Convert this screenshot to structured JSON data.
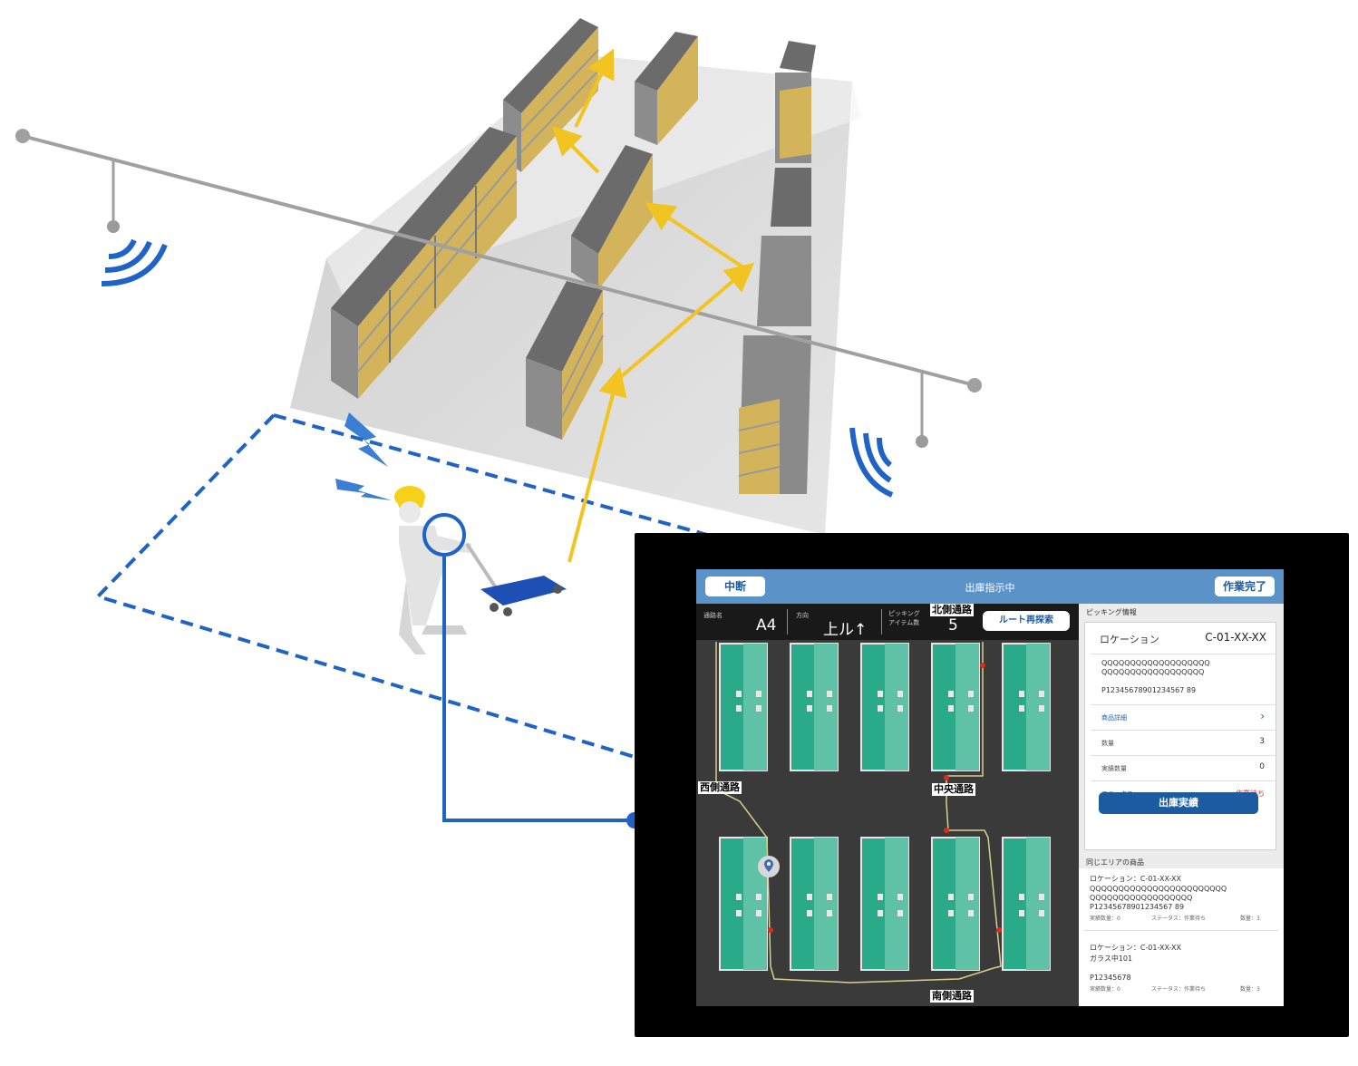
{
  "colors": {
    "route": "#f2c422",
    "network": "#1f63c6",
    "rack_teal": "#29ab8a",
    "topbar": "#5b93c9",
    "status_red": "#e02a1f"
  },
  "tablet": {
    "header": {
      "left_button": "中断",
      "title": "出庫指示中",
      "right_button": "作業完了"
    },
    "info_bar": {
      "shelf_label": "通路名",
      "shelf_value": "A4",
      "direction_label": "方向",
      "direction_value": "上ル↑",
      "picking_label_1": "ピッキング",
      "picking_label_2": "アイテム数",
      "picking_value": "5",
      "reroute_button": "ルート再探索",
      "aisle_top": "北側通路"
    },
    "map": {
      "aisles": {
        "west": "西側通路",
        "center": "中央通路",
        "south": "南側通路"
      }
    },
    "panel": {
      "picking_header": "ピッキング情報",
      "location_label": "ロケーション",
      "location_value": "C-01-XX-XX",
      "name_line1": "QQQQQQQQQQQQQQQQQQQ",
      "name_line2": "QQQQQQQQQQQQQQQQQQ",
      "code": "P12345678901234567 89",
      "detail_label": "商品詳細",
      "qty_label": "数量",
      "qty_value": "3",
      "actual_label": "実績数量",
      "actual_value": "0",
      "status_label": "ステータス",
      "status_value": "作業待ち",
      "ship_button": "出庫実績",
      "nearby_header": "同じエリアの商品",
      "nearby1_loc": "ロケーション：C-01-XX-XX",
      "nearby1_name1": "QQQQQQQQQQQQQQQQQQQQQQQQ",
      "nearby1_name2": "QQQQQQQQQQQQQQQQQQ",
      "nearby1_code": "P12345678901234567 89",
      "nearby1_meta_a": "実績数量：0",
      "nearby1_meta_b": "ステータス：作業待ち",
      "nearby1_meta_c": "数量：3",
      "nearby2_loc": "ロケーション：C-01-XX-XX",
      "nearby2_name": "ガラス中101",
      "nearby2_code": "P12345678",
      "nearby2_meta_a": "実績数量：0",
      "nearby2_meta_b": "ステータス：作業待ち",
      "nearby2_meta_c": "数量：3"
    }
  }
}
